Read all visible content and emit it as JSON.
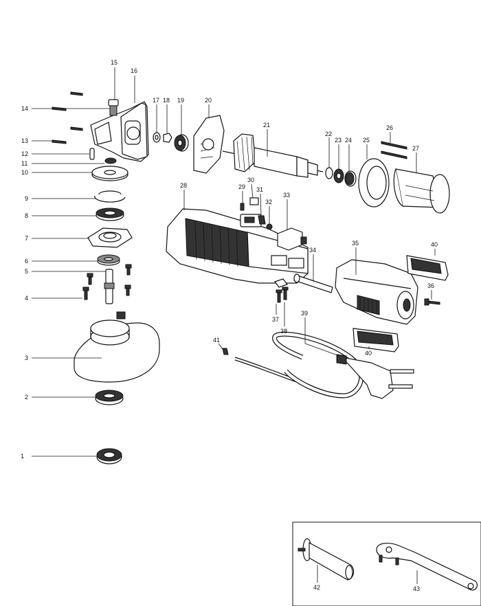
{
  "diagram": {
    "callouts": {
      "c1": "1",
      "c2": "2",
      "c3": "3",
      "c4": "4",
      "c5": "5",
      "c6": "6",
      "c7": "7",
      "c8": "8",
      "c9": "9",
      "c10": "10",
      "c11": "11",
      "c12": "12",
      "c13": "13",
      "c14": "14",
      "c15": "15",
      "c16": "16",
      "c17": "17",
      "c18": "18",
      "c19": "19",
      "c20": "20",
      "c21": "21",
      "c22": "22",
      "c23": "23",
      "c24": "24",
      "c25": "25",
      "c26": "26",
      "c27": "27",
      "c28": "28",
      "c29": "29",
      "c30": "30",
      "c31": "31",
      "c32": "32",
      "c33": "33",
      "c34": "34",
      "c35": "35",
      "c36": "36",
      "c37": "37",
      "c38": "38",
      "c39": "39",
      "c40a": "40",
      "c40b": "40",
      "c41": "41",
      "c42": "42",
      "c43": "43"
    }
  }
}
